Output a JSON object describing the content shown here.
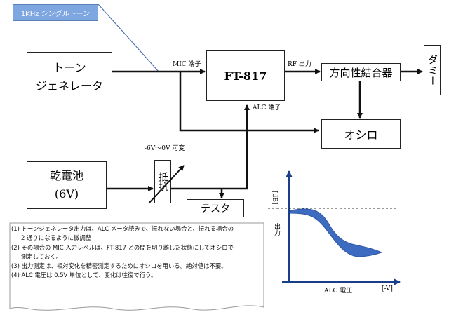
{
  "callout": {
    "text": "1KHz シングルトーン"
  },
  "blocks": {
    "tone_generator": {
      "line1": "トーン",
      "line2": "ジェネレータ"
    },
    "ft817": {
      "label": "FT-817"
    },
    "coupler": {
      "label": "方向性結合器"
    },
    "dummy": {
      "label": "ダミー"
    },
    "oscilloscope": {
      "label": "オシロ"
    },
    "battery": {
      "line1": "乾電池",
      "line2": "(6V)"
    },
    "resistor": {
      "label": "抵抗"
    },
    "tester": {
      "label": "テスタ"
    }
  },
  "labels": {
    "mic": "MIC 端子",
    "rf_out": "RF 出力",
    "alc": "ALC 端子",
    "voltage_range": "-6V～0V 可変"
  },
  "graph": {
    "ylabel_unit": "[dB]",
    "ylabel": "出力",
    "xlabel": "ALC 電圧",
    "xlabel_unit": "[-V]",
    "color": "#3d6bc0"
  },
  "notes": [
    {
      "line": "(1) トーンジェネレータ出力は、ALC メータ読みで、振れない場合と、振れる場合の"
    },
    {
      "line": "2 通りになるように微調整",
      "indent": true
    },
    {
      "line": "(2) その場合の MIC 入力レベルは、FT-817 との間を切り離した状態にしてオシロで"
    },
    {
      "line": "測定しておく。",
      "indent": true
    },
    {
      "line": "(3) 出力測定は、相対変化を精密測定するためにオシロを用いる。絶対値は不要。"
    },
    {
      "line": "(4) ALC 電圧は 0.5V 単位として、変化は往復で行う。"
    }
  ]
}
